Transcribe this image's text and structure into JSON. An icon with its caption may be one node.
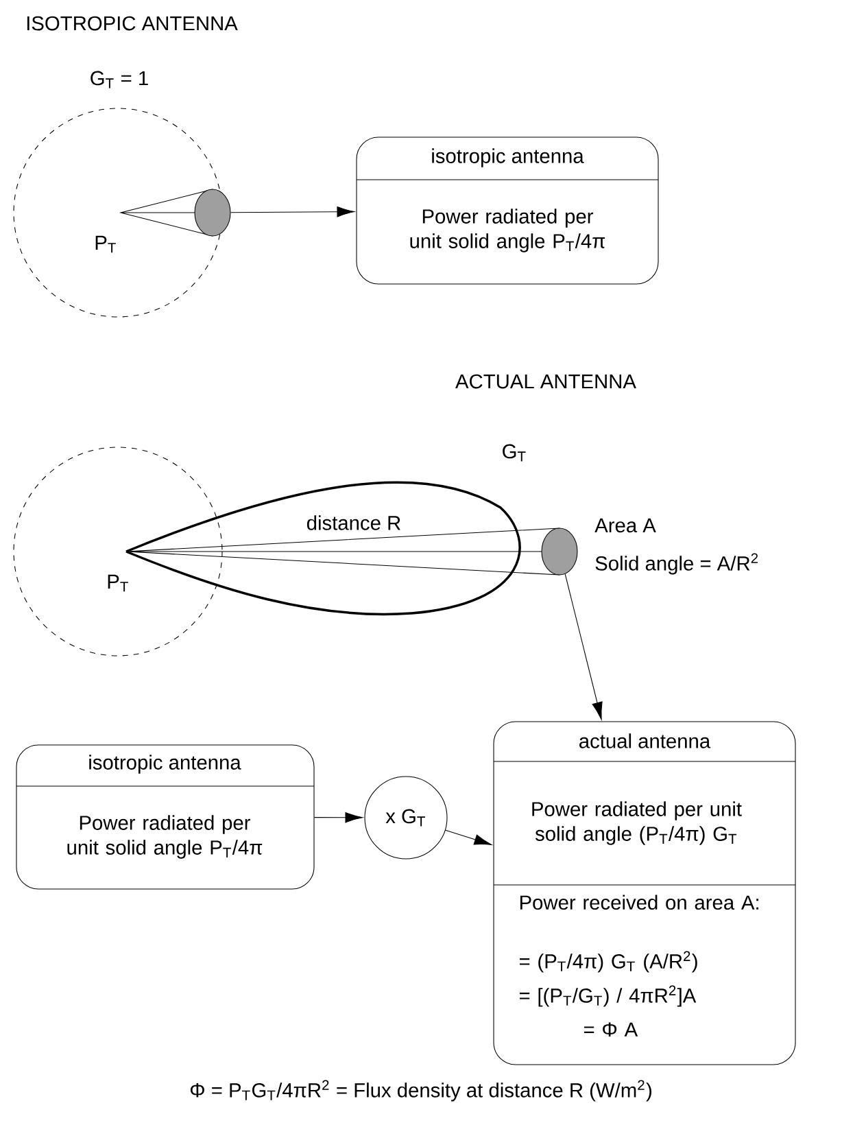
{
  "diagram": {
    "caption": "Φ = P$_{T}$G$_{T}$/4πR$^{2}$ = Flux density at distance R (W/m$^{2}$)",
    "nodes": [
      {
        "text": [],
        "shape": "circle"
      },
      {
        "text": [
          "isotropic antenna",
          "Power radiated per unit solid angle P$_{T}$/4π"
        ]
      },
      {
        "text": [],
        "shape": "circle"
      },
      {
        "text": [
          "isotropic antenna",
          "Power radiated per unit solid angle P$_{T}$/4π"
        ]
      },
      {
        "text": [
          "x G$_{T}$"
        ]
      },
      {
        "text": [
          "actual antenna",
          "Power radiated per unit solid angle (P$_{T}$/4π) G$_{T}$",
          "Power received on area A:",
          "= (P$_{T}$/4π) G$_{T}$ (A/R$^{2}$)",
          "= [(P$_{T}$/G$_{T}$) / 4πR$^{2}$]A",
          "= Φ A"
        ]
      }
    ],
    "edges": [
      {
        "from": 0,
        "to": 1,
        "arrow": "to"
      },
      {
        "from": 2,
        "to": 5,
        "arrow": "to"
      },
      {
        "from": 3,
        "to": 4,
        "arrow": "to"
      },
      {
        "from": 4,
        "to": 5,
        "arrow": "to"
      }
    ],
    "labels": [
      "ISOTROPIC ANTENNA",
      "G$_{T}$ = 1",
      "P$_{T}$",
      "ACTUAL ANTENNA",
      "G$_{T}$",
      "distance R",
      "Area A",
      "Solid angle = A/R$^{2}$",
      "P$_{T}$"
    ]
  }
}
